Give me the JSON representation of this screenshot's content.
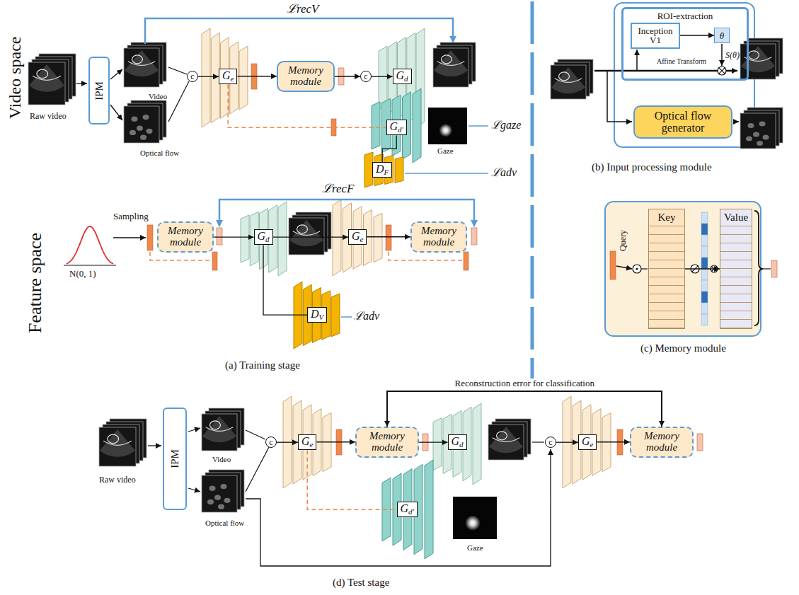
{
  "diagram": {
    "nodes": [
      {
        "text": [
          "IPM"
        ]
      },
      {
        "text": [
          "c"
        ]
      },
      {
        "text": [
          "G",
          "e"
        ]
      },
      {
        "text": [
          "Memory module"
        ]
      },
      {
        "text": [
          "c"
        ]
      },
      {
        "text": [
          "G",
          "d"
        ]
      },
      {
        "text": [
          "G",
          "d′"
        ]
      },
      {
        "text": [
          "D",
          "F"
        ]
      },
      {
        "text": [
          "Memory module"
        ]
      },
      {
        "text": [
          "G",
          "d"
        ]
      },
      {
        "text": [
          "G",
          "e"
        ]
      },
      {
        "text": [
          "D",
          "V"
        ]
      },
      {
        "text": [
          "Memory module"
        ]
      },
      {
        "text": [
          "ROI-extraction"
        ]
      },
      {
        "text": [
          "Inception V1"
        ],
        "in": 13
      },
      {
        "text": [
          "θ"
        ],
        "in": 13
      },
      {
        "text": [
          "Optical flow generator"
        ]
      },
      {
        "text": [
          "Key"
        ]
      },
      {
        "text": [
          "Value"
        ]
      },
      {
        "text": [
          "IPM"
        ]
      },
      {
        "text": [
          "c"
        ]
      },
      {
        "text": [
          "G",
          "e"
        ]
      },
      {
        "text": [
          "Memory module"
        ]
      },
      {
        "text": [
          "G",
          "d"
        ]
      },
      {
        "text": [
          "G",
          "d′"
        ]
      },
      {
        "text": [
          "c"
        ]
      },
      {
        "text": [
          "G",
          "e"
        ]
      },
      {
        "text": [
          "Memory module"
        ]
      }
    ],
    "edges": [
      {
        "from": 1,
        "to": 2,
        "arrow": "to"
      },
      {
        "from": 2,
        "to": 3,
        "arrow": "to"
      },
      {
        "from": 3,
        "to": 4,
        "arrow": "to"
      },
      {
        "from": 4,
        "to": 5,
        "arrow": "to"
      },
      {
        "from": 2,
        "to": 6,
        "arrow": "none"
      },
      {
        "from": 6,
        "to": 7,
        "arrow": "none"
      },
      {
        "from": 8,
        "to": 9,
        "arrow": "to"
      },
      {
        "from": 9,
        "to": 10,
        "arrow": "to"
      },
      {
        "from": 10,
        "to": 12,
        "arrow": "to"
      },
      {
        "from": 9,
        "to": 11,
        "arrow": "none"
      },
      {
        "from": 14,
        "to": 15,
        "arrow": "to"
      },
      {
        "from": 17,
        "to": 18,
        "arrow": "to"
      },
      {
        "from": 20,
        "to": 21,
        "arrow": "to"
      },
      {
        "from": 21,
        "to": 22,
        "arrow": "to"
      },
      {
        "from": 22,
        "to": 23,
        "arrow": "to"
      },
      {
        "from": 21,
        "to": 24,
        "arrow": "none"
      },
      {
        "from": 25,
        "to": 26,
        "arrow": "to"
      },
      {
        "from": 26,
        "to": 27,
        "arrow": "to"
      },
      {
        "from": 22,
        "to": 27,
        "arrow": "both",
        "label": "Reconstruction error for classification"
      }
    ],
    "labels": [
      "Video space",
      "Raw video",
      "Video",
      "Optical flow",
      "ℒrecV",
      "Gaze",
      "ℒgaze",
      "ℒadv",
      "Feature space",
      "N(0, 1)",
      "Sampling",
      "ℒrecF",
      "ℒadv",
      "(a) Training stage",
      "S(θ)",
      "Affine Transform",
      "(b) Input processing module",
      "Query",
      "(c) Memory module",
      "Raw video",
      "Video",
      "Optical flow",
      "Gaze",
      "(d) Test stage"
    ]
  }
}
